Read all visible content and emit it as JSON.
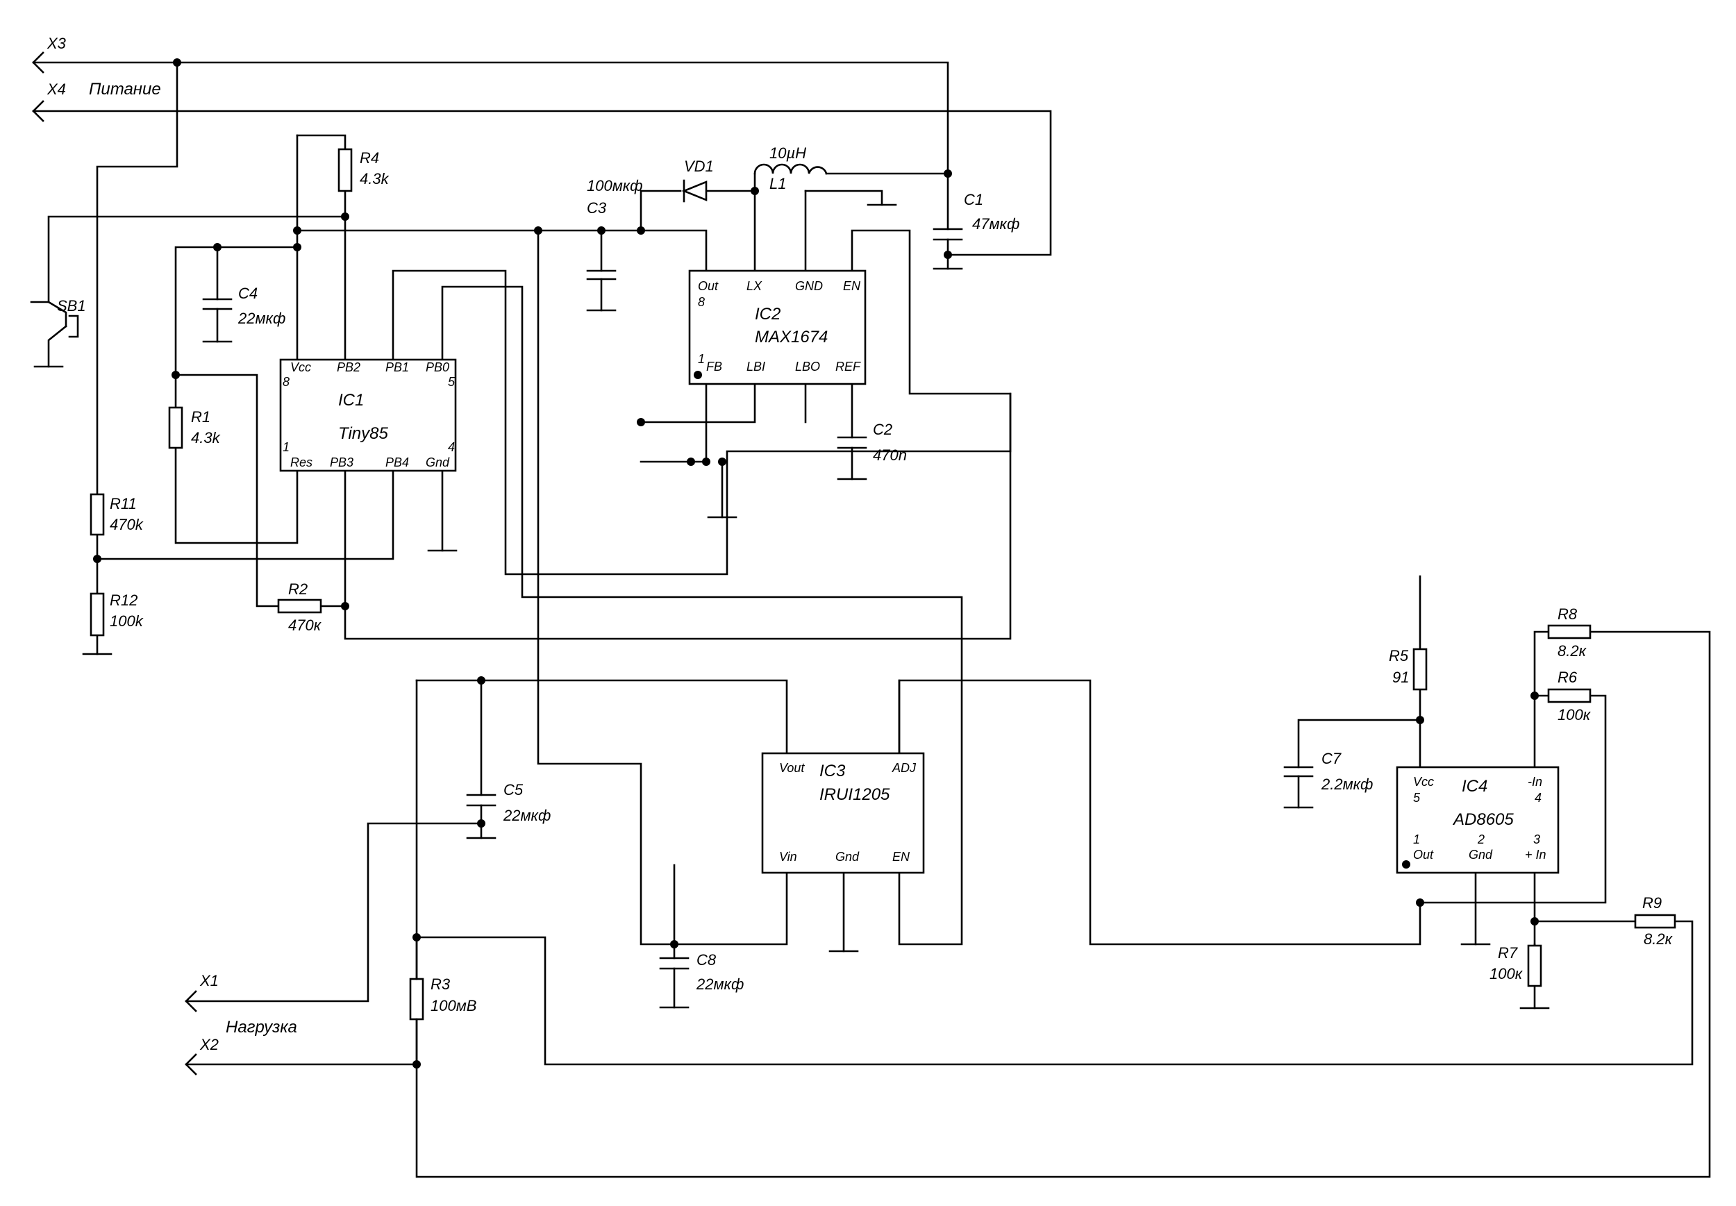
{
  "connectors": {
    "x3": "X3",
    "x4": "X4",
    "power": "Питание",
    "x1": "X1",
    "x2": "X2",
    "load": "Нагрузка"
  },
  "switch": {
    "name": "SB1"
  },
  "ic1": {
    "ref": "IC1",
    "part": "Tiny85",
    "pins": {
      "vcc": "Vcc",
      "pb2": "PB2",
      "pb1": "PB1",
      "pb0": "PB0",
      "res": "Res",
      "pb3": "PB3",
      "pb4": "PB4",
      "gnd": "Gnd"
    },
    "pin_numbers": {
      "p8": "8",
      "p5": "5",
      "p1": "1",
      "p4": "4"
    }
  },
  "ic2": {
    "ref": "IC2",
    "part": "MAX1674",
    "pins": {
      "out": "Out",
      "lx": "LX",
      "gnd": "GND",
      "en": "EN",
      "fb": "FB",
      "lbi": "LBI",
      "lbo": "LBO",
      "ref": "REF"
    },
    "pin_numbers": {
      "p8": "8",
      "p1": "1"
    }
  },
  "ic3": {
    "ref": "IC3",
    "part": "IRUI1205",
    "pins": {
      "vout": "Vout",
      "adj": "ADJ",
      "vin": "Vin",
      "gnd": "Gnd",
      "en": "EN"
    }
  },
  "ic4": {
    "ref": "IC4",
    "part": "AD8605",
    "pins": {
      "vcc": "Vcc",
      "in_minus": "-In",
      "out": "Out",
      "gnd": "Gnd",
      "in_plus": "+ In"
    },
    "pin_numbers": {
      "p5": "5",
      "p4": "4",
      "p1": "1",
      "p2": "2",
      "p3": "3"
    }
  },
  "resistors": {
    "r1": {
      "ref": "R1",
      "value": "4.3k"
    },
    "r2": {
      "ref": "R2",
      "value": "470к"
    },
    "r3": {
      "ref": "R3",
      "value": "100мВ"
    },
    "r4": {
      "ref": "R4",
      "value": "4.3k"
    },
    "r5": {
      "ref": "R5",
      "value": "91"
    },
    "r6": {
      "ref": "R6",
      "value": "100к"
    },
    "r7": {
      "ref": "R7",
      "value": "100к"
    },
    "r8": {
      "ref": "R8",
      "value": "8.2к"
    },
    "r9": {
      "ref": "R9",
      "value": "8.2к"
    },
    "r11": {
      "ref": "R11",
      "value": "470k"
    },
    "r12": {
      "ref": "R12",
      "value": "100k"
    }
  },
  "capacitors": {
    "c1": {
      "ref": "C1",
      "value": "47мкф"
    },
    "c2": {
      "ref": "C2",
      "value": "470n"
    },
    "c3": {
      "ref": "C3",
      "value": "100мкф"
    },
    "c4": {
      "ref": "C4",
      "value": "22мкф"
    },
    "c5": {
      "ref": "C5",
      "value": "22мкф"
    },
    "c7": {
      "ref": "C7",
      "value": "2.2мкф"
    },
    "c8": {
      "ref": "C8",
      "value": "22мкф"
    }
  },
  "diode": {
    "ref": "VD1"
  },
  "inductor": {
    "ref": "L1",
    "value": "10µH"
  }
}
